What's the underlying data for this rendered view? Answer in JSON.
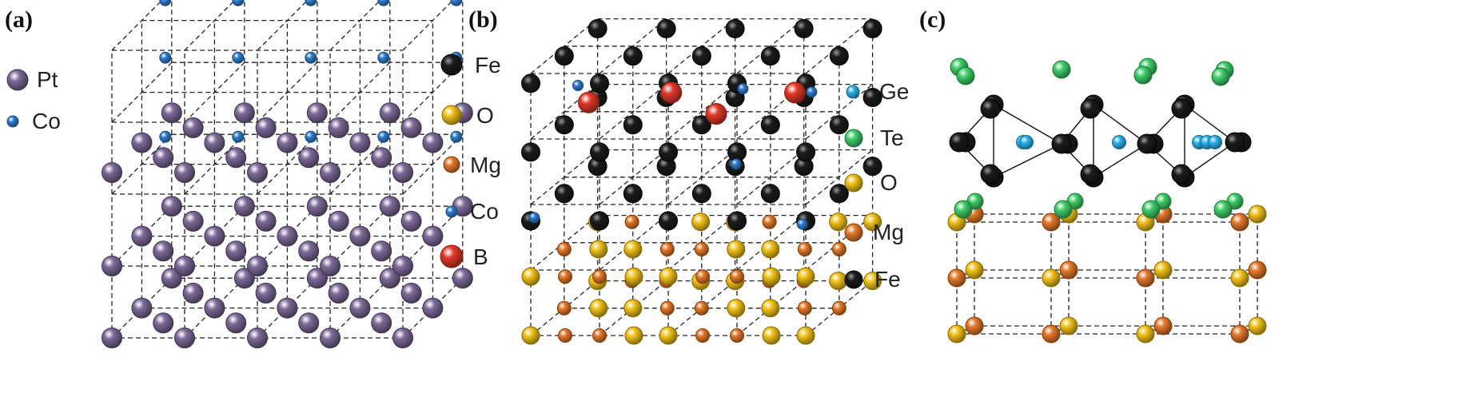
{
  "colors": {
    "Pt": "#7d6a98",
    "Co": "#2f7fd0",
    "Fe": "#1b1b1b",
    "O": "#f2c21a",
    "Mg": "#e4792b",
    "B": "#e23a2a",
    "Ge": "#2fb2ee",
    "Te": "#3fcf6a"
  },
  "panels": [
    {
      "label": "(a)",
      "legend": [
        {
          "symbol": "Pt",
          "text": "Pt"
        },
        {
          "symbol": "Co",
          "text": "Co"
        }
      ]
    },
    {
      "label": "(b)",
      "legend": [
        {
          "symbol": "Fe",
          "text": "Fe"
        },
        {
          "symbol": "O",
          "text": "O"
        },
        {
          "symbol": "Mg",
          "text": "Mg"
        },
        {
          "symbol": "Co",
          "text": "Co"
        },
        {
          "symbol": "B",
          "text": "B"
        }
      ]
    },
    {
      "label": "(c)",
      "legend": [
        {
          "symbol": "Ge",
          "text": "Ge"
        },
        {
          "symbol": "Te",
          "text": "Te"
        },
        {
          "symbol": "O",
          "text": "O"
        },
        {
          "symbol": "Mg",
          "text": "Mg"
        },
        {
          "symbol": "Fe",
          "text": "Fe"
        }
      ]
    }
  ]
}
